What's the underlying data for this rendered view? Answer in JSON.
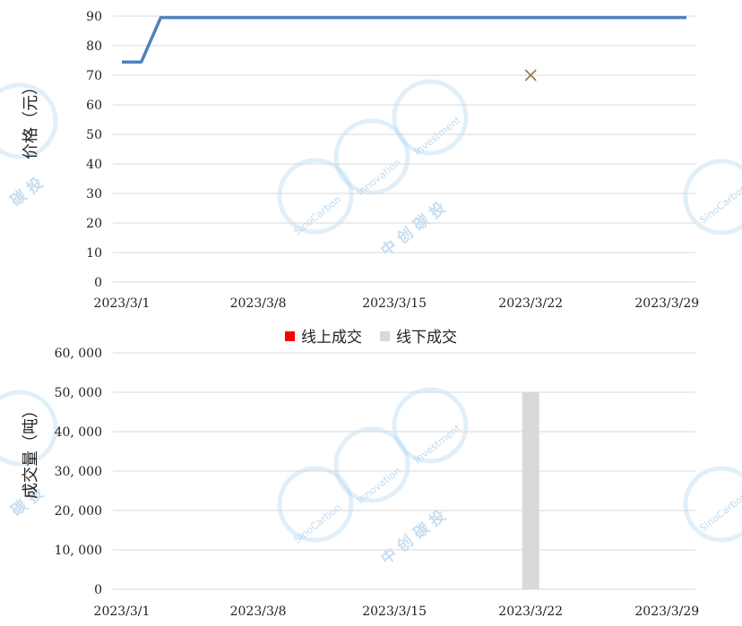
{
  "watermark": {
    "brand": "SinoCarbon",
    "slogan1": "Innovation",
    "slogan2": "Investment",
    "chinese": "中 创 碳 投",
    "chinese_short": "碳 投"
  },
  "colors": {
    "price_line": "#4f81bd",
    "marker": "#8c7a4b",
    "online_volume": "#ff0000",
    "offline_volume": "#d9d9d9",
    "grid": "#d9d9d9"
  },
  "chart_data": [
    {
      "type": "line",
      "ylabel": "价格（元）",
      "ylim": [
        0,
        90
      ],
      "yticks": [
        0,
        10,
        20,
        30,
        40,
        50,
        60,
        70,
        80,
        90
      ],
      "xlim": [
        "2023-03-01",
        "2023-03-30"
      ],
      "xticks": [
        {
          "date": "2023-03-01",
          "label": "2023/3/1"
        },
        {
          "date": "2023-03-08",
          "label": "2023/3/8"
        },
        {
          "date": "2023-03-15",
          "label": "2023/3/15"
        },
        {
          "date": "2023-03-22",
          "label": "2023/3/22"
        },
        {
          "date": "2023-03-29",
          "label": "2023/3/29"
        }
      ],
      "grid": true,
      "series": [
        {
          "marker": "line",
          "points": [
            {
              "x": "2023-03-01",
              "y": 74.5
            },
            {
              "x": "2023-03-02",
              "y": 74.5
            },
            {
              "x": "2023-03-03",
              "y": 89.5
            },
            {
              "x": "2023-03-30",
              "y": 89.5
            }
          ]
        },
        {
          "marker": "x",
          "points": [
            {
              "x": "2023-03-22",
              "y": 70
            }
          ]
        }
      ]
    },
    {
      "type": "bar",
      "ylabel": "成交量（吨）",
      "ylim": [
        0,
        60000
      ],
      "yticks": [
        {
          "value": 0,
          "label": "0"
        },
        {
          "value": 10000,
          "label": "10, 000"
        },
        {
          "value": 20000,
          "label": "20, 000"
        },
        {
          "value": 30000,
          "label": "30, 000"
        },
        {
          "value": 40000,
          "label": "40, 000"
        },
        {
          "value": 50000,
          "label": "50, 000"
        },
        {
          "value": 60000,
          "label": "60, 000"
        }
      ],
      "xlim": [
        "2023-03-01",
        "2023-03-30"
      ],
      "xticks": [
        {
          "date": "2023-03-01",
          "label": "2023/3/1"
        },
        {
          "date": "2023-03-08",
          "label": "2023/3/8"
        },
        {
          "date": "2023-03-15",
          "label": "2023/3/15"
        },
        {
          "date": "2023-03-22",
          "label": "2023/3/22"
        },
        {
          "date": "2023-03-29",
          "label": "2023/3/29"
        }
      ],
      "grid": true,
      "legend": {
        "position": "top",
        "items": [
          {
            "label": "线上成交",
            "color": "#ff0000"
          },
          {
            "label": "线下成交",
            "color": "#d9d9d9"
          }
        ]
      },
      "series": [
        {
          "name": "线上成交",
          "points": []
        },
        {
          "name": "线下成交",
          "points": [
            {
              "x": "2023-03-22",
              "y": 50000
            }
          ]
        }
      ]
    }
  ]
}
